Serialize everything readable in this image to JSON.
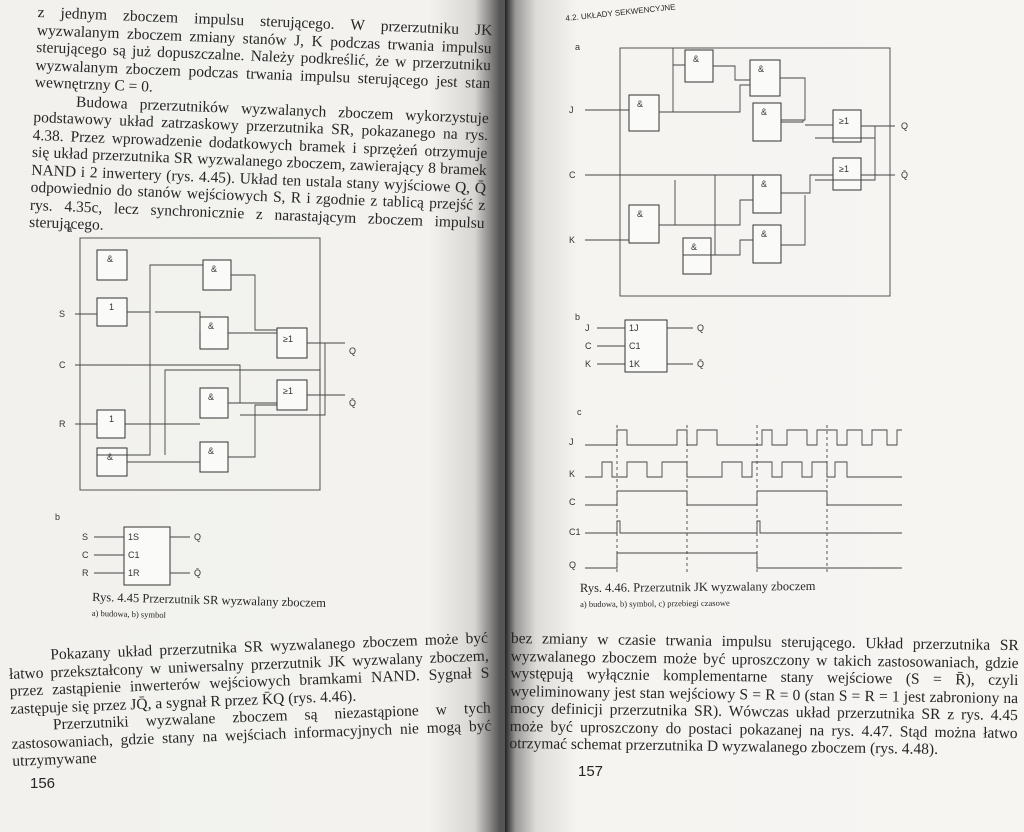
{
  "left_page": {
    "para1": "z jednym zboczem impulsu sterującego. W przerzutniku JK wyzwalanym zboczem zmiany stanów J, K podczas trwania impulsu sterującego są już dopuszczalne. Należy podkreślić, że w przerzutniku wyzwalanym zboczem podczas trwania impulsu sterującego jest stan wewnętrzny C = 0.",
    "para2": "Budowa przerzutników wyzwalanych zboczem wykorzystuje podstawowy układ zatrzaskowy przerzutnika SR, pokazanego na rys. 4.38. Przez wprowadzenie dodatkowych bramek i sprzężeń otrzymuje się układ przerzutnika SR wyzwalanego zboczem, zawierający 8 bramek NAND i 2 inwertery (rys. 4.45). Układ ten ustala stany wyjściowe Q, Q̄ odpowiednio do stanów wejściowych S, R i zgodnie z tablicą przejść z rys. 4.35c, lecz synchronicznie z narastającym zboczem impulsu sterującego.",
    "figure": {
      "label_a": "a",
      "label_b": "b",
      "and": "&",
      "not": "1",
      "or": "≥1",
      "in_s": "S",
      "in_c": "C",
      "in_r": "R",
      "out_q": "Q",
      "out_qn": "Q̄",
      "sym_s": "1S",
      "sym_c": "C1",
      "sym_r": "1R"
    },
    "caption_title": "Rys. 4.45 Przerzutnik SR wyzwalany zboczem",
    "caption_sub": "a) budowa, b) symbol",
    "para3": "Pokazany układ przerzutnika SR wyzwalanego zboczem może być łatwo przekształcony w uniwersalny przerzutnik JK wyzwalany zboczem, przez zastąpienie inwerterów wejściowych bramkami NAND. Sygnał S zastępuje się przez JQ̄, a sygnał R przez K̄Q (rys. 4.46).",
    "para4": "Przerzutniki wyzwalane zboczem są niezastąpione w tych zastosowaniach, gdzie stany na wejściach informacyjnych nie mogą być utrzymywane",
    "page_number": "156"
  },
  "right_page": {
    "header": "4.2. UKŁADY SEKWENCYJNE",
    "figure": {
      "label_a": "a",
      "label_b": "b",
      "label_c": "c",
      "and": "&",
      "or": "≥1",
      "in_j": "J",
      "in_c": "C",
      "in_k": "K",
      "out_q": "Q",
      "out_qn": "Q̄",
      "sym_j": "1J",
      "sym_c": "C1",
      "sym_k": "1K",
      "t_j": "J",
      "t_k": "K",
      "t_c": "C",
      "t_c1": "C1",
      "t_q": "Q"
    },
    "caption_title": "Rys. 4.46. Przerzutnik JK wyzwalany zboczem",
    "caption_sub": "a) budowa, b) symbol, c) przebiegi czasowe",
    "para1": "bez zmiany w czasie trwania impulsu sterującego. Układ przerzutnika SR wyzwalanego zboczem może być uproszczony w takich zastosowaniach, gdzie występują wyłącznie komplementarne stany wejściowe (S = R̄), czyli wyeliminowany jest stan wejściowy S = R = 0 (stan S = R = 1 jest zabroniony na mocy definicji przerzutnika SR). Wówczas układ przerzutnika SR z rys. 4.45 może być uproszczony do postaci pokazanej na rys. 4.47. Stąd można łatwo otrzymać schemat przerzutnika D wyzwalanego zboczem (rys. 4.48).",
    "page_number": "157"
  }
}
